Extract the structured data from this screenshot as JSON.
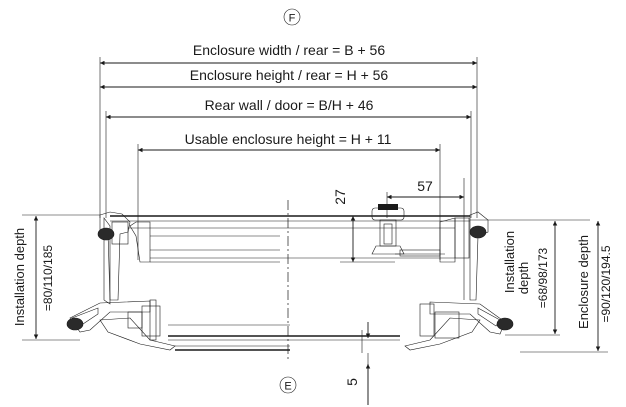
{
  "labels": {
    "view_top": "F",
    "view_bottom": "E",
    "enclosure_width": "Enclosure width / rear = B + 56",
    "enclosure_height": "Enclosure height / rear = H + 56",
    "rear_wall": "Rear wall / door = B/H + 46",
    "usable_height": "Usable enclosure height = H + 11",
    "dim_27": "27",
    "dim_57": "57",
    "dim_5": "5",
    "installation_depth_left": "Installation depth",
    "installation_depth_left_values": "=80/110/185",
    "installation_depth_right_line1": "Installation",
    "installation_depth_right_line2": "depth",
    "installation_depth_right_values": "=68/98/173",
    "enclosure_depth": "Enclosure depth",
    "enclosure_depth_values": "=90/120/194.5"
  }
}
